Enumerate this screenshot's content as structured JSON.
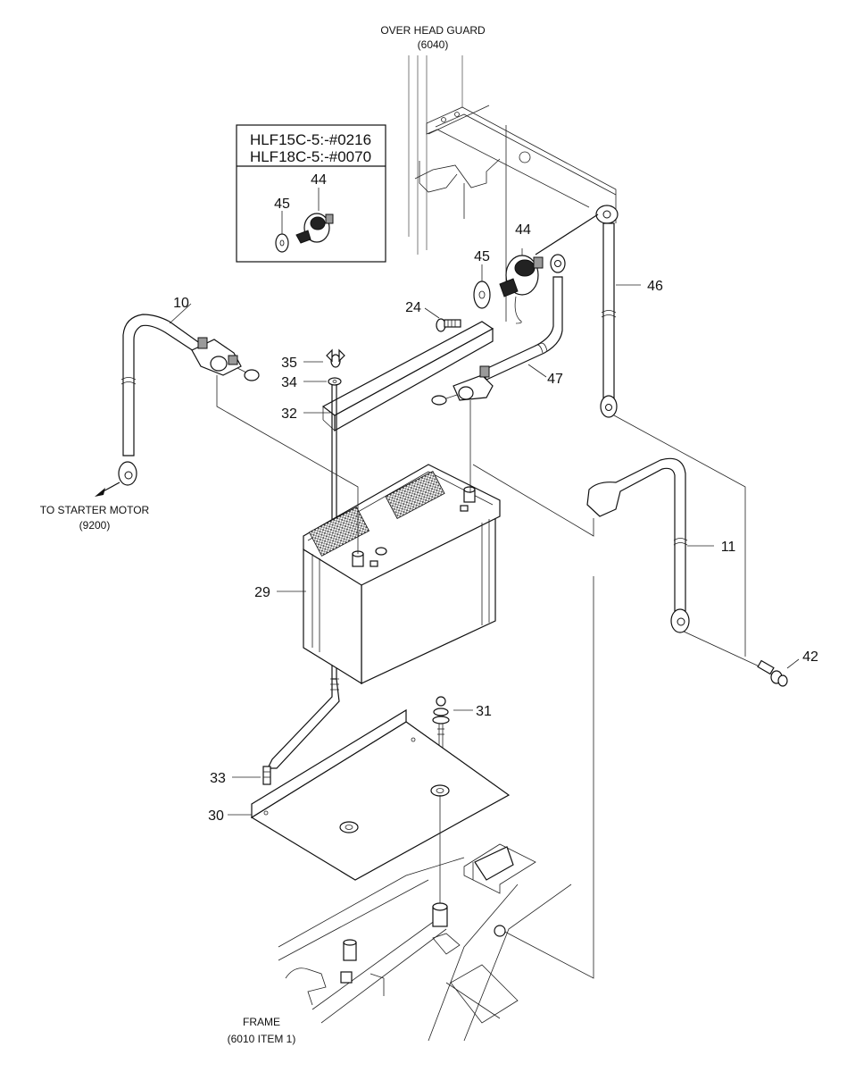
{
  "captions": {
    "over_head_guard": "OVER HEAD GUARD",
    "over_head_guard_ref": "(6040)",
    "to_starter_motor": "TO STARTER MOTOR",
    "to_starter_motor_ref": "(9200)",
    "frame": "FRAME",
    "frame_ref": "(6010 ITEM 1)"
  },
  "inset": {
    "line1": "HLF15C-5:-#0216",
    "line2": "HLF18C-5:-#0070",
    "labels": {
      "p44": "44",
      "p45": "45"
    }
  },
  "parts": {
    "p10": "10",
    "p11": "11",
    "p24": "24",
    "p29": "29",
    "p30": "30",
    "p31": "31",
    "p32": "32",
    "p33": "33",
    "p34": "34",
    "p35": "35",
    "p42": "42",
    "p44": "44",
    "p45": "45",
    "p46": "46",
    "p47": "47"
  }
}
